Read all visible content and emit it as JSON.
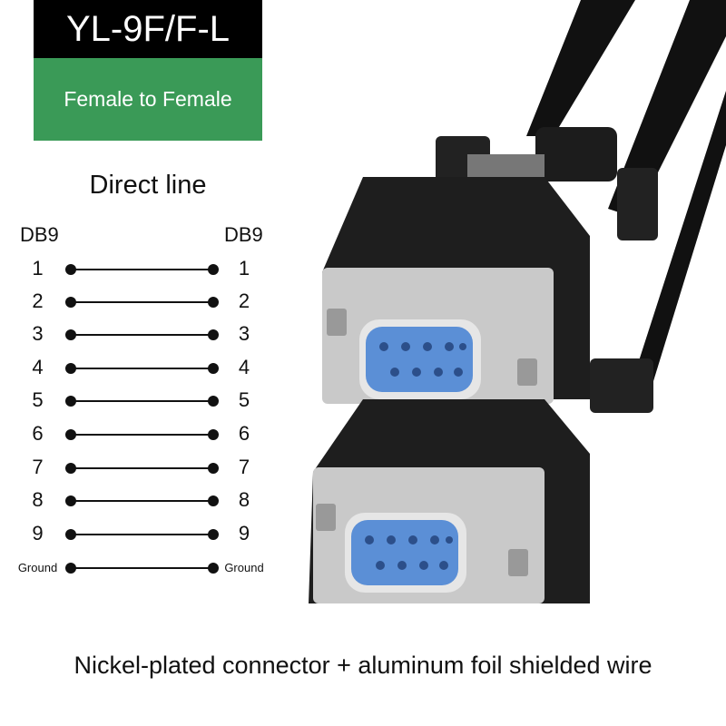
{
  "header": {
    "model": "YL-9F/F-L",
    "type": "Female to Female"
  },
  "diagram": {
    "title": "Direct line",
    "left_label": "DB9",
    "right_label": "DB9",
    "pins": [
      {
        "left": "1",
        "right": "1"
      },
      {
        "left": "2",
        "right": "2"
      },
      {
        "left": "3",
        "right": "3"
      },
      {
        "left": "4",
        "right": "4"
      },
      {
        "left": "5",
        "right": "5"
      },
      {
        "left": "6",
        "right": "6"
      },
      {
        "left": "7",
        "right": "7"
      },
      {
        "left": "8",
        "right": "8"
      },
      {
        "left": "9",
        "right": "9"
      },
      {
        "left": "Ground",
        "right": "Ground"
      }
    ]
  },
  "footer": "Nickel-plated connector + aluminum foil shielded wire",
  "colors": {
    "accent_green": "#3a9a57",
    "header_black": "#000000",
    "pin_blue": "#5b8fd6"
  }
}
